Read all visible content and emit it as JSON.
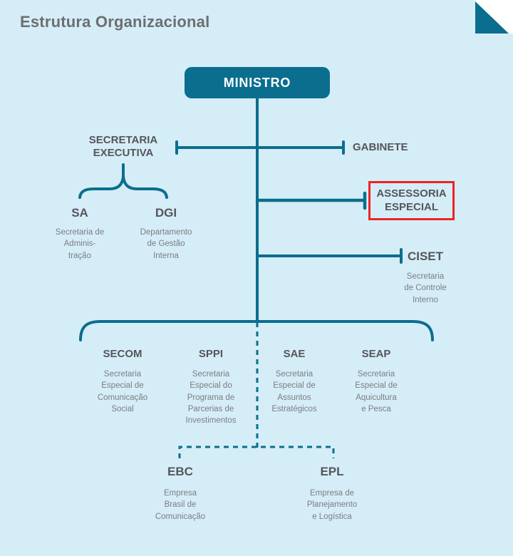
{
  "title": "Estrutura Organizacional",
  "colors": {
    "background": "#d5edf7",
    "teal": "#0b6e8e",
    "red": "#ee2424",
    "title_text": "#6d6e71",
    "label_text": "#55565a",
    "desc_text": "#7b7e82",
    "box_text": "#ffffff"
  },
  "root": {
    "label": "MINISTRO"
  },
  "nodes": {
    "secretaria_executiva": {
      "label": "SECRETARIA EXECUTIVA"
    },
    "gabinete": {
      "label": "GABINETE"
    },
    "assessoria_especial": {
      "label": "ASSESSORIA ESPECIAL",
      "highlighted": "true"
    },
    "ciset": {
      "label": "CISET",
      "description": "Secretaria\nde Controle\nInterno"
    },
    "sa": {
      "label": "SA",
      "description": "Secretaria de\nAdminis-\ntração"
    },
    "dgi": {
      "label": "DGI",
      "description": "Departamento\nde Gestão\nInterna"
    },
    "secom": {
      "label": "SECOM",
      "description": "Secretaria\nEspecial de\nComunicação\nSocial"
    },
    "sppi": {
      "label": "SPPI",
      "description": "Secretaria\nEspecial do\nPrograma de\nParcerias de\nInvestimentos"
    },
    "sae": {
      "label": "SAE",
      "description": "Secretaria\nEspecial de\nAssuntos\nEstratégicos"
    },
    "seap": {
      "label": "SEAP",
      "description": "Secretaria\nEspecial de\nAquicultura\ne Pesca"
    },
    "ebc": {
      "label": "EBC",
      "description": "Empresa\nBrasil de\nComunicação"
    },
    "epl": {
      "label": "EPL",
      "description": "Empresa de\nPlanejamento\ne Logística"
    }
  }
}
